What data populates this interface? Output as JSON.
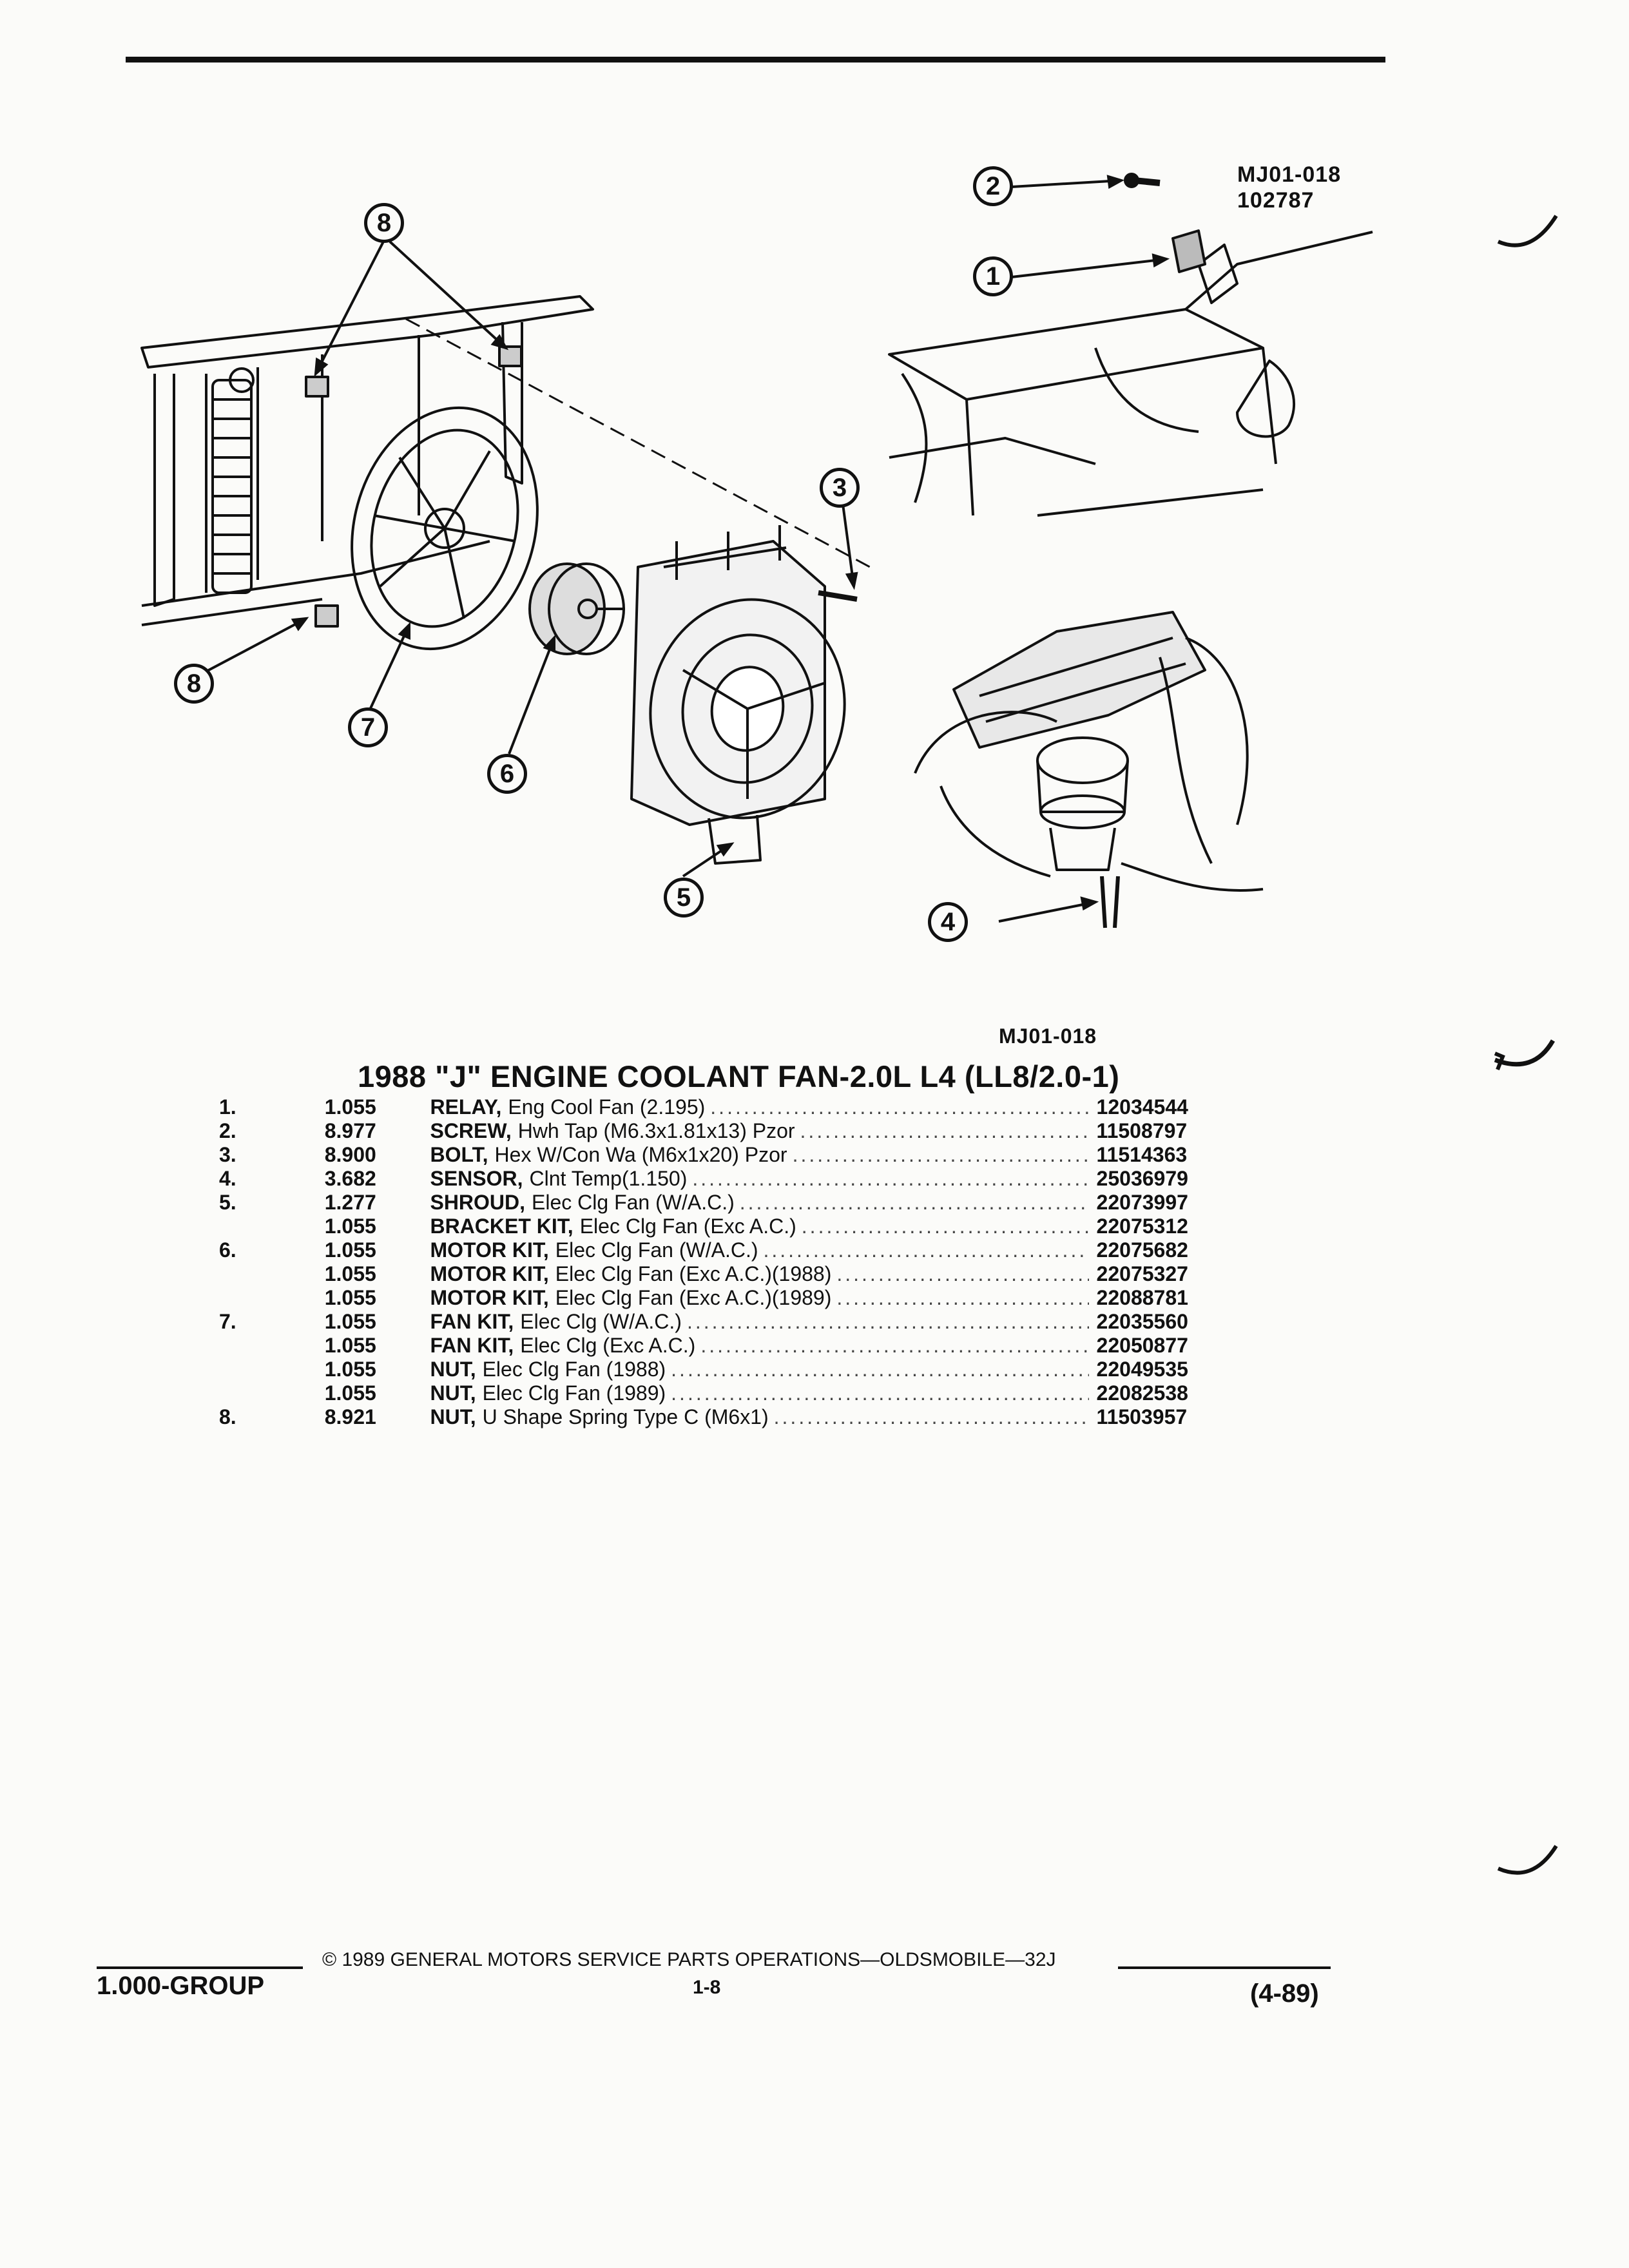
{
  "diagram": {
    "ref_code_top": "MJ01-018",
    "ref_date": "102787",
    "ref_code_bottom": "MJ01-018",
    "callouts": [
      "1",
      "2",
      "3",
      "4",
      "5",
      "6",
      "7",
      "8",
      "8"
    ]
  },
  "title": "1988 \"J\" ENGINE COOLANT FAN-2.0L L4 (LL8/2.0-1)",
  "parts": [
    {
      "num": "1.",
      "group": "1.055",
      "keyword": "RELAY,",
      "desc": "Eng Cool Fan (2.195)",
      "part": "12034544"
    },
    {
      "num": "2.",
      "group": "8.977",
      "keyword": "SCREW,",
      "desc": "Hwh Tap (M6.3x1.81x13) Pzor",
      "part": "11508797"
    },
    {
      "num": "3.",
      "group": "8.900",
      "keyword": "BOLT,",
      "desc": "Hex W/Con Wa (M6x1x20) Pzor",
      "part": "11514363"
    },
    {
      "num": "4.",
      "group": "3.682",
      "keyword": "SENSOR,",
      "desc": "Clnt Temp(1.150)",
      "part": "25036979"
    },
    {
      "num": "5.",
      "group": "1.277",
      "keyword": "SHROUD,",
      "desc": "Elec Clg Fan (W/A.C.)",
      "part": "22073997"
    },
    {
      "num": "",
      "group": "1.055",
      "keyword": "BRACKET KIT,",
      "desc": "Elec Clg Fan (Exc A.C.)",
      "part": "22075312"
    },
    {
      "num": "6.",
      "group": "1.055",
      "keyword": "MOTOR KIT,",
      "desc": "Elec Clg Fan (W/A.C.)",
      "part": "22075682"
    },
    {
      "num": "",
      "group": "1.055",
      "keyword": "MOTOR KIT,",
      "desc": "Elec Clg Fan (Exc A.C.)(1988)",
      "part": "22075327"
    },
    {
      "num": "",
      "group": "1.055",
      "keyword": "MOTOR KIT,",
      "desc": "Elec Clg Fan (Exc A.C.)(1989)",
      "part": "22088781"
    },
    {
      "num": "7.",
      "group": "1.055",
      "keyword": "FAN KIT,",
      "desc": "Elec Clg (W/A.C.)",
      "part": "22035560"
    },
    {
      "num": "",
      "group": "1.055",
      "keyword": "FAN KIT,",
      "desc": "Elec Clg (Exc A.C.)",
      "part": "22050877"
    },
    {
      "num": "",
      "group": "1.055",
      "keyword": "NUT,",
      "desc": "Elec Clg Fan (1988)",
      "part": "22049535"
    },
    {
      "num": "",
      "group": "1.055",
      "keyword": "NUT,",
      "desc": "Elec Clg Fan (1989)",
      "part": "22082538"
    },
    {
      "num": "8.",
      "group": "8.921",
      "keyword": "NUT,",
      "desc": "U Shape Spring Type C (M6x1)",
      "part": "11503957"
    }
  ],
  "footer": {
    "group": "1.000-GROUP",
    "copyright": "©  1989  GENERAL MOTORS SERVICE PARTS OPERATIONS—OLDSMOBILE—32J",
    "page": "1-8",
    "date": "(4-89)"
  }
}
